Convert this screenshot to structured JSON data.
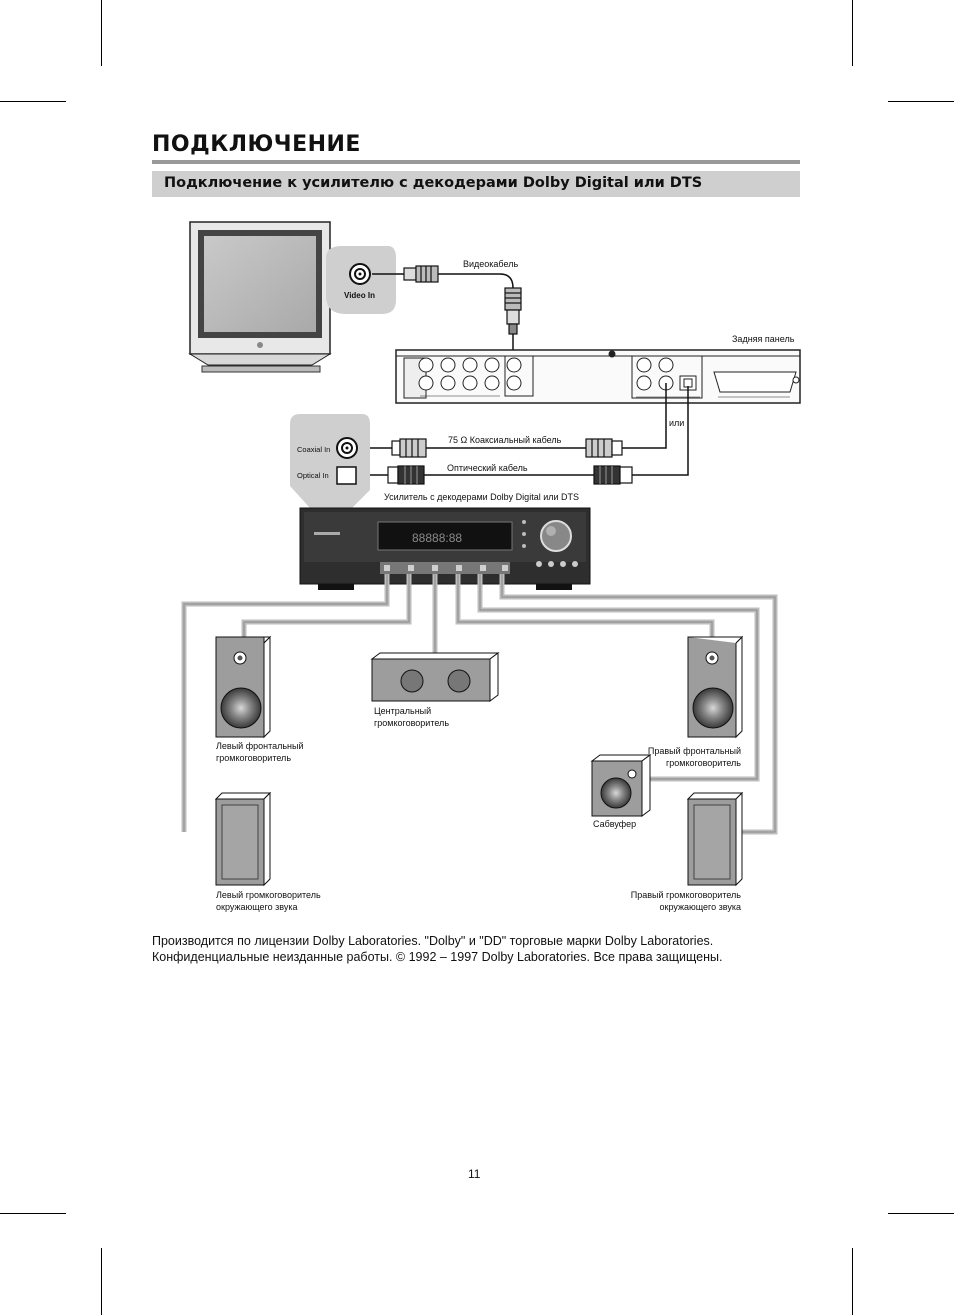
{
  "header": {
    "title": "ПОДКЛЮЧЕНИЕ",
    "section_title": "Подключение к усилителю с декодерами Dolby Digital или DTS"
  },
  "diagram": {
    "video_in": "Video In",
    "video_cable": "Видеокабель",
    "rear_panel": "Задняя панель",
    "or": "или",
    "coaxial_in": "Coaxial In",
    "optical_in": "Optical In",
    "coaxial_cable": "75 Ω  Коаксиальный кабель",
    "optical_cable": "Оптический кабель",
    "amplifier": "Усилитель с декодерами Dolby Digital или DTS",
    "display_digits": "88888:88",
    "center_speaker": [
      "Центральный",
      "громкоговоритель"
    ],
    "left_front": [
      "Левый фронтальный",
      "громкоговоритель"
    ],
    "right_front": [
      "Правый фронтальный",
      "громкоговоритель"
    ],
    "subwoofer": "Сабвуфер",
    "left_surround": [
      "Левый громкоговоритель",
      "окружающего звука"
    ],
    "right_surround": [
      "Правый громкоговоритель",
      "окружающего звука"
    ]
  },
  "footnote": {
    "line1": "Производится по лицензии Dolby Laboratories. \"Dolby\" и \"DD\" торговые марки Dolby Laboratories.",
    "line2": "Конфиденциальные неизданные работы. © 1992 – 1997 Dolby Laboratories. Все права защищены."
  },
  "page_number": "11"
}
